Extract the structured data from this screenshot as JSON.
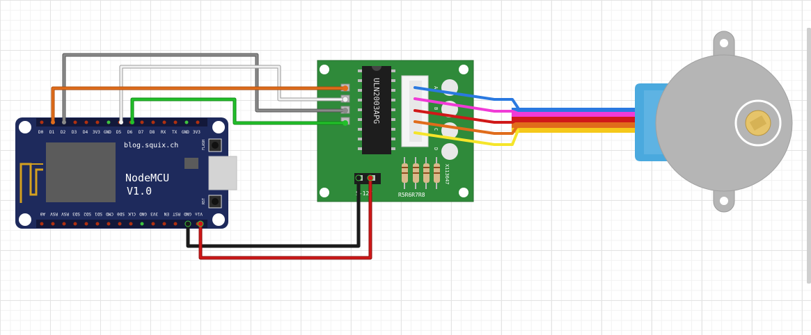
{
  "nodemcu": {
    "url": "blog.squix.ch",
    "name_line1": "NodeMCU",
    "name_line2": "V1.0",
    "flash_label": "FLASH",
    "rst_label": "RST",
    "top_pins": [
      "D0",
      "D1",
      "D2",
      "D3",
      "D4",
      "3V3",
      "GND",
      "D5",
      "D6",
      "D7",
      "D8",
      "RX",
      "TX",
      "GND",
      "3V3"
    ],
    "bottom_pins": [
      "A0",
      "RSV",
      "RSV",
      "SD3",
      "SD2",
      "SD1",
      "CMD",
      "SD0",
      "CLK",
      "GND",
      "3V3",
      "EN",
      "RST",
      "GND",
      "Vin"
    ]
  },
  "driver": {
    "chip_label": "ULN2003APG",
    "power_label": "5-12V",
    "led_letters": [
      "A",
      "B",
      "C",
      "D"
    ],
    "resistor_labels": "R5R6R7R8",
    "board_code": "X113647"
  },
  "colors": {
    "board_blue": "#1e2a5c",
    "driver_green": "#2f8a3a",
    "wire_orange": "#e06c1b",
    "wire_gray": "#777777",
    "wire_white": "#e8e8e8",
    "wire_green": "#22b02a",
    "wire_blue": "#2a79e0",
    "wire_pink": "#f03bd6",
    "wire_red": "#d01818",
    "wire_yellow": "#f5e52a",
    "wire_black": "#1a1a1a",
    "motor_body": "#b5b5b5",
    "motor_cap": "#4aa9de"
  }
}
